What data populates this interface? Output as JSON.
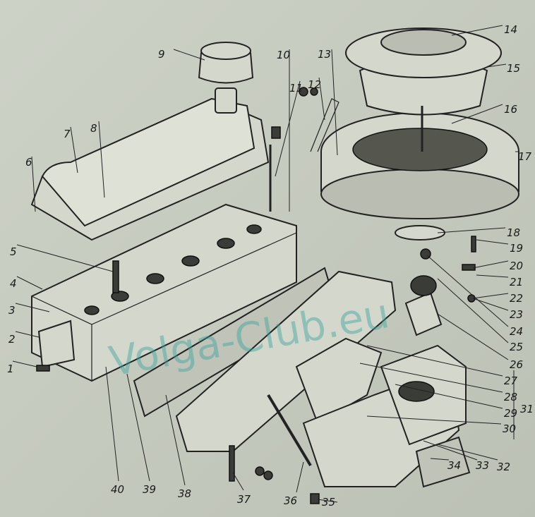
{
  "diagram": {
    "watermark": "Volga-Club.eu",
    "labels": [
      "1",
      "2",
      "3",
      "4",
      "5",
      "6",
      "7",
      "8",
      "9",
      "10",
      "11",
      "12",
      "13",
      "14",
      "15",
      "16",
      "17",
      "18",
      "19",
      "20",
      "21",
      "22",
      "23",
      "24",
      "25",
      "26",
      "27",
      "28",
      "29",
      "30",
      "31",
      "32",
      "33",
      "34",
      "35",
      "36",
      "37",
      "38",
      "39",
      "40"
    ]
  }
}
